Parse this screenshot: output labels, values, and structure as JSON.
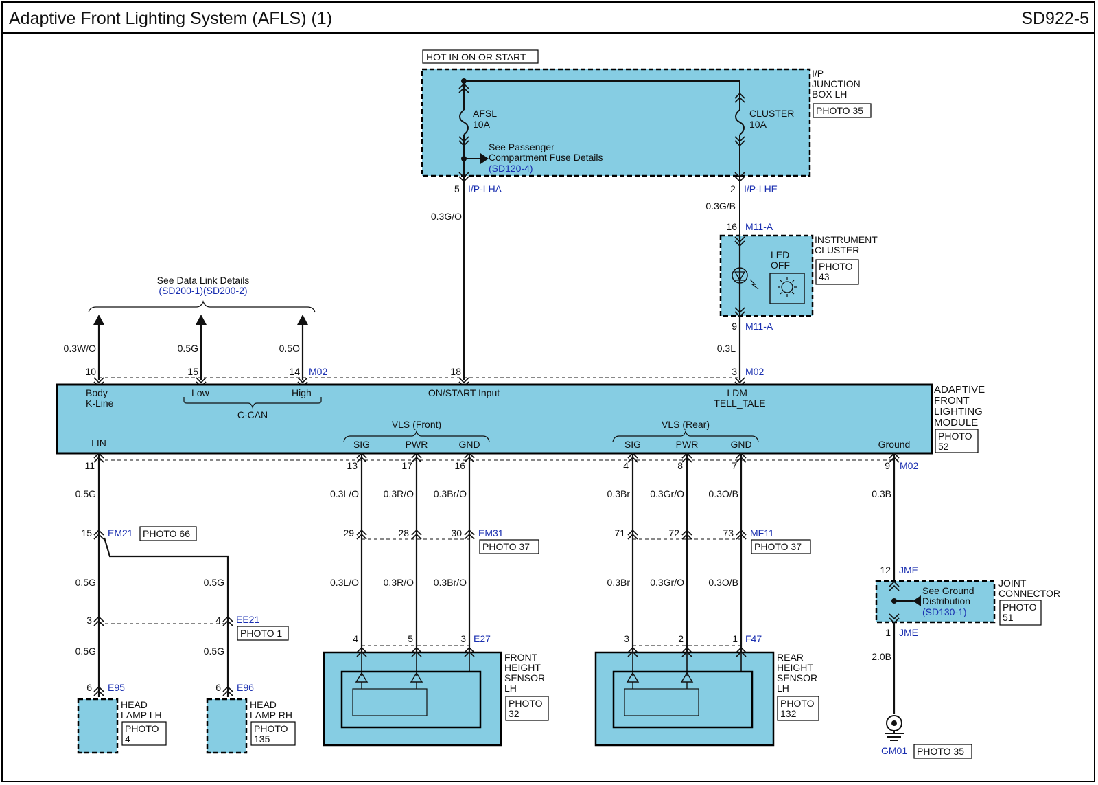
{
  "header": {
    "title": "Adaptive Front Lighting System (AFLS) (1)",
    "code": "SD922-5"
  },
  "colors": {
    "component_fill": "#86cde3",
    "wire": "#111111",
    "ref_text": "#1a2fb0",
    "border": "#000000"
  },
  "power": {
    "label": "HOT IN ON OR START"
  },
  "junction_box": {
    "name": [
      "I/P",
      "JUNCTION",
      "BOX LH"
    ],
    "photo": "PHOTO 35",
    "fuse_left": {
      "name": "AFSL",
      "rating": "10A"
    },
    "fuse_right": {
      "name": "CLUSTER",
      "rating": "10A"
    },
    "note": [
      "See Passenger",
      "Compartment Fuse Details"
    ],
    "note_ref": "(SD120-4)",
    "pin_left": "5",
    "conn_left": "I/P-LHA",
    "pin_right": "2",
    "conn_right": "I/P-LHE"
  },
  "cluster": {
    "name": [
      "INSTRUMENT",
      "CLUSTER"
    ],
    "photo": [
      "PHOTO",
      "43"
    ],
    "led": [
      "LED",
      "OFF"
    ],
    "pin_top": "16",
    "conn_top": "M11-A",
    "pin_bottom": "9",
    "conn_bottom": "M11-A",
    "wire_in": "0.3G/B",
    "wire_out": "0.3L"
  },
  "data_link": {
    "note": "See Data Link Details",
    "refs": "(SD200-1)(SD200-2)"
  },
  "module": {
    "name": [
      "ADAPTIVE",
      "FRONT",
      "LIGHTING",
      "MODULE"
    ],
    "photo": [
      "PHOTO",
      "52"
    ],
    "connector": "M02",
    "top_pins": [
      {
        "pin": "10",
        "label": [
          "Body",
          "K-Line"
        ],
        "wire": "0.3W/O"
      },
      {
        "pin": "15",
        "label": [
          "Low"
        ],
        "wire": "0.5G"
      },
      {
        "pin": "14",
        "label": [
          "High"
        ],
        "wire": "0.5O"
      },
      {
        "pin": "18",
        "label": [
          "ON/START Input"
        ],
        "wire": "0.3G/O"
      },
      {
        "pin": "3",
        "label": [
          "LDM_",
          "TELL_TALE"
        ],
        "wire": "0.3L"
      }
    ],
    "can_label": "C-CAN",
    "vls_front": "VLS (Front)",
    "vls_rear": "VLS (Rear)",
    "bottom_labels": {
      "lin": "LIN",
      "sig": "SIG",
      "pwr": "PWR",
      "gnd": "GND",
      "ground": "Ground"
    },
    "bottom_pins": [
      "11",
      "13",
      "17",
      "16",
      "4",
      "8",
      "7",
      "9"
    ]
  },
  "lin_branch": {
    "wire_1": "0.5G",
    "em21_pin": "15",
    "em21": "EM21",
    "em21_photo": "PHOTO 66",
    "wire_l2": "0.5G",
    "wire_r2": "0.5G",
    "ee21_pin_l": "3",
    "ee21_pin_r": "4",
    "ee21": "EE21",
    "ee21_photo": "PHOTO 1",
    "wire_l3": "0.5G",
    "wire_r3": "0.5G",
    "e95_pin": "6",
    "e95": "E95",
    "e96_pin": "6",
    "e96": "E96",
    "lamp_lh": [
      "HEAD",
      "LAMP LH"
    ],
    "lamp_lh_photo": [
      "PHOTO",
      "4"
    ],
    "lamp_rh": [
      "HEAD",
      "LAMP RH"
    ],
    "lamp_rh_photo": [
      "PHOTO",
      "135"
    ]
  },
  "front_sensor": {
    "wires_top": [
      "0.3L/O",
      "0.3R/O",
      "0.3Br/O"
    ],
    "em31_pins": [
      "29",
      "28",
      "30"
    ],
    "em31": "EM31",
    "em31_photo": "PHOTO 37",
    "wires_bottom": [
      "0.3L/O",
      "0.3R/O",
      "0.3Br/O"
    ],
    "e27_pins": [
      "4",
      "5",
      "3"
    ],
    "e27": "E27",
    "name": [
      "FRONT",
      "HEIGHT",
      "SENSOR",
      "LH"
    ],
    "photo": [
      "PHOTO",
      "32"
    ]
  },
  "rear_sensor": {
    "wires_top": [
      "0.3Br",
      "0.3Gr/O",
      "0.3O/B"
    ],
    "mf11_pins": [
      "71",
      "72",
      "73"
    ],
    "mf11": "MF11",
    "mf11_photo": "PHOTO 37",
    "wires_bottom": [
      "0.3Br",
      "0.3Gr/O",
      "0.3O/B"
    ],
    "f47_pins": [
      "3",
      "2",
      "1"
    ],
    "f47": "F47",
    "name": [
      "REAR",
      "HEIGHT",
      "SENSOR",
      "LH"
    ],
    "photo": [
      "PHOTO",
      "132"
    ]
  },
  "ground": {
    "wire_1": "0.3B",
    "jme_pin_top": "12",
    "jme": "JME",
    "note": [
      "See Ground",
      "Distribution"
    ],
    "note_ref": "(SD130-1)",
    "joint_name": [
      "JOINT",
      "CONNECTOR"
    ],
    "joint_photo": [
      "PHOTO",
      "51"
    ],
    "jme_pin_bottom": "1",
    "jme_bottom": "JME",
    "wire_2": "2.0B",
    "gm01": "GM01",
    "gm01_photo": "PHOTO 35"
  }
}
